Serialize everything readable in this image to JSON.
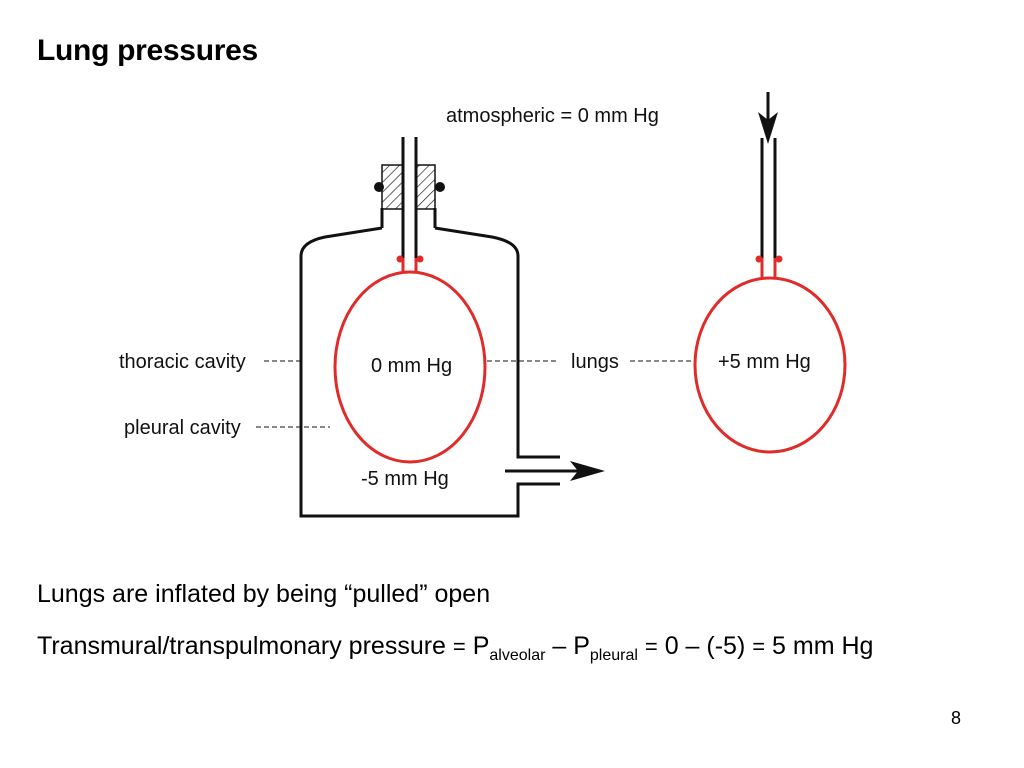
{
  "slide": {
    "title": "Lung pressures",
    "page_number": "8"
  },
  "diagram": {
    "atmospheric_label": "atmospheric = 0 mm Hg",
    "thoracic_cavity_label": "thoracic cavity",
    "pleural_cavity_label": "pleural cavity",
    "lungs_label": "lungs",
    "lung_inside_pressure": "0 mm Hg",
    "pleural_pressure": "-5 mm Hg",
    "free_lung_pressure": "+5 mm Hg",
    "colors": {
      "lung": "#e02b2b",
      "outline": "#111111"
    }
  },
  "text": {
    "line1": "Lungs are inflated by being “pulled” open",
    "line2_prefix": "Transmural/transpulmonary pressure ",
    "eq1": "=",
    "p1": " P",
    "sub1": "alveolar",
    "minus": "  – P",
    "sub2": "pleural",
    "space": " ",
    "eq2": "=",
    "mid": " 0 – (-5) ",
    "eq3": "=",
    "result": " 5 mm Hg"
  }
}
